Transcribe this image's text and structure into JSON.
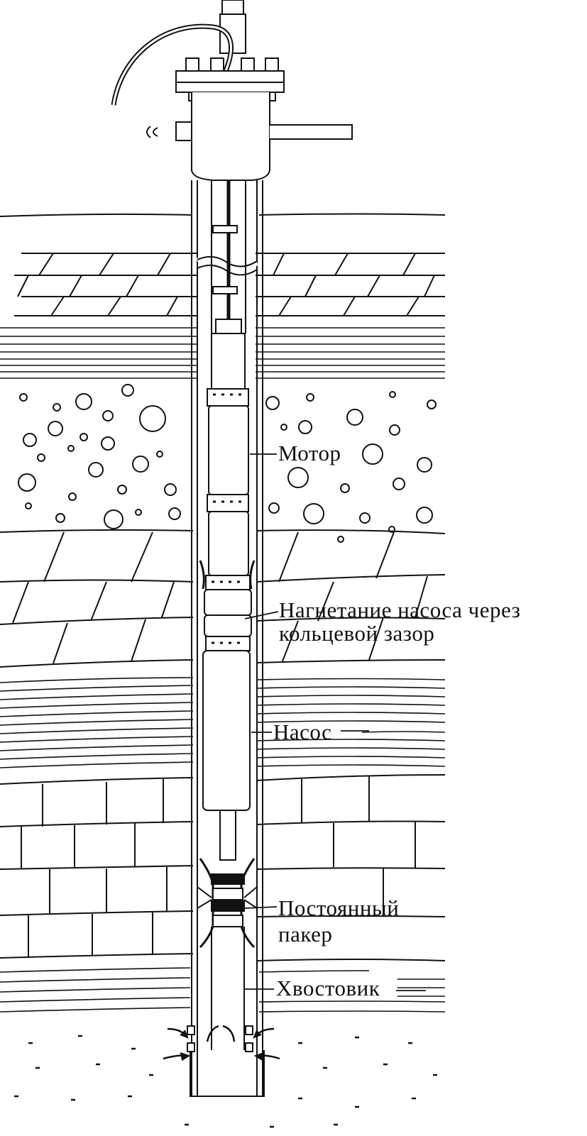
{
  "labels": {
    "motor": "Мотор",
    "discharge_line1": "Нагнетание насоса через",
    "discharge_line2": "кольцевой зазор",
    "pump": "Насос",
    "packer_line1": "Постоянный",
    "packer_line2": "пакер",
    "tailpipe": "Хвостовик"
  },
  "colors": {
    "ink": "#111111",
    "background": "#ffffff"
  }
}
